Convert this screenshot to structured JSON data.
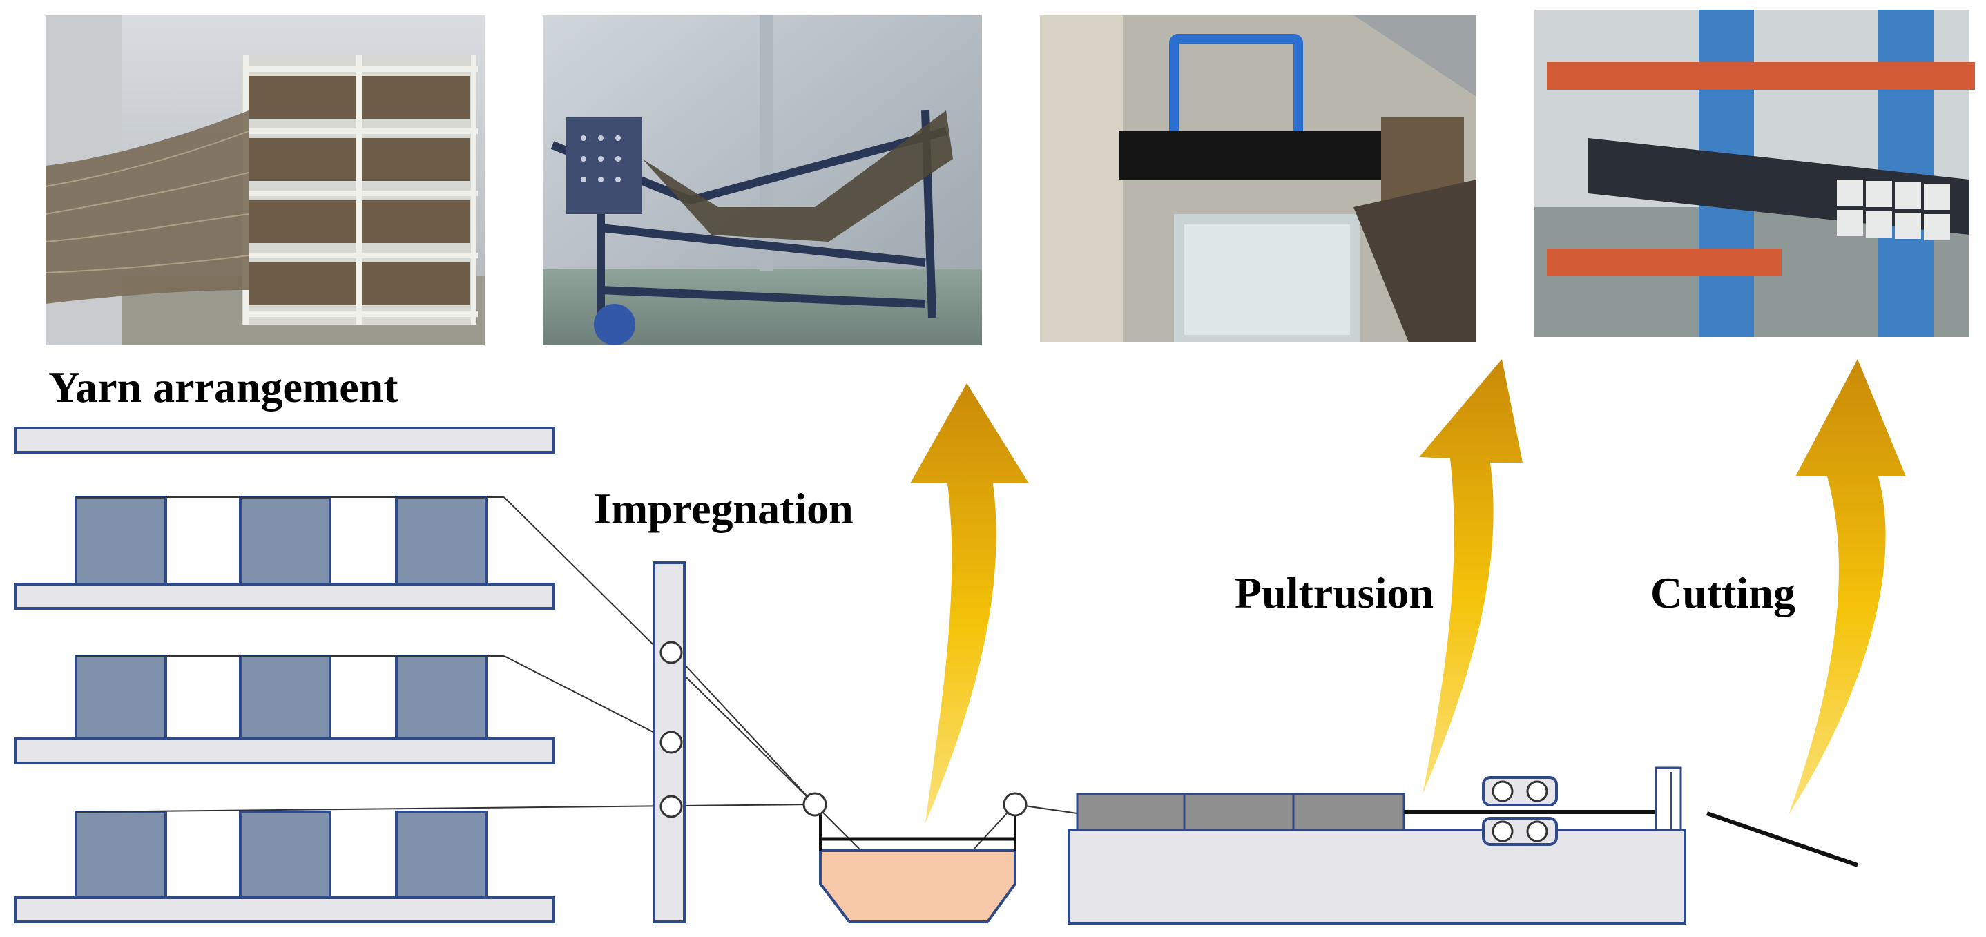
{
  "labels": {
    "yarn_arrangement": "Yarn arrangement",
    "impregnation": "Impregnation",
    "pultrusion": "Pultrusion",
    "cutting": "Cutting"
  },
  "photos": [
    {
      "name": "yarn-creel-photo"
    },
    {
      "name": "impregnation-frame-photo"
    },
    {
      "name": "pultrusion-die-photo"
    },
    {
      "name": "cut-profiles-rack-photo"
    }
  ],
  "colors": {
    "shelf_fill": "#e6e6ea",
    "shelf_stroke": "#2f4a8a",
    "bobbin_fill": "#7f91ab",
    "resin_bath": "#f6c8a8",
    "die_fill": "#8f8f8f",
    "table_fill": "#e6e6ea",
    "arrow_gold": "#f5c30a"
  }
}
